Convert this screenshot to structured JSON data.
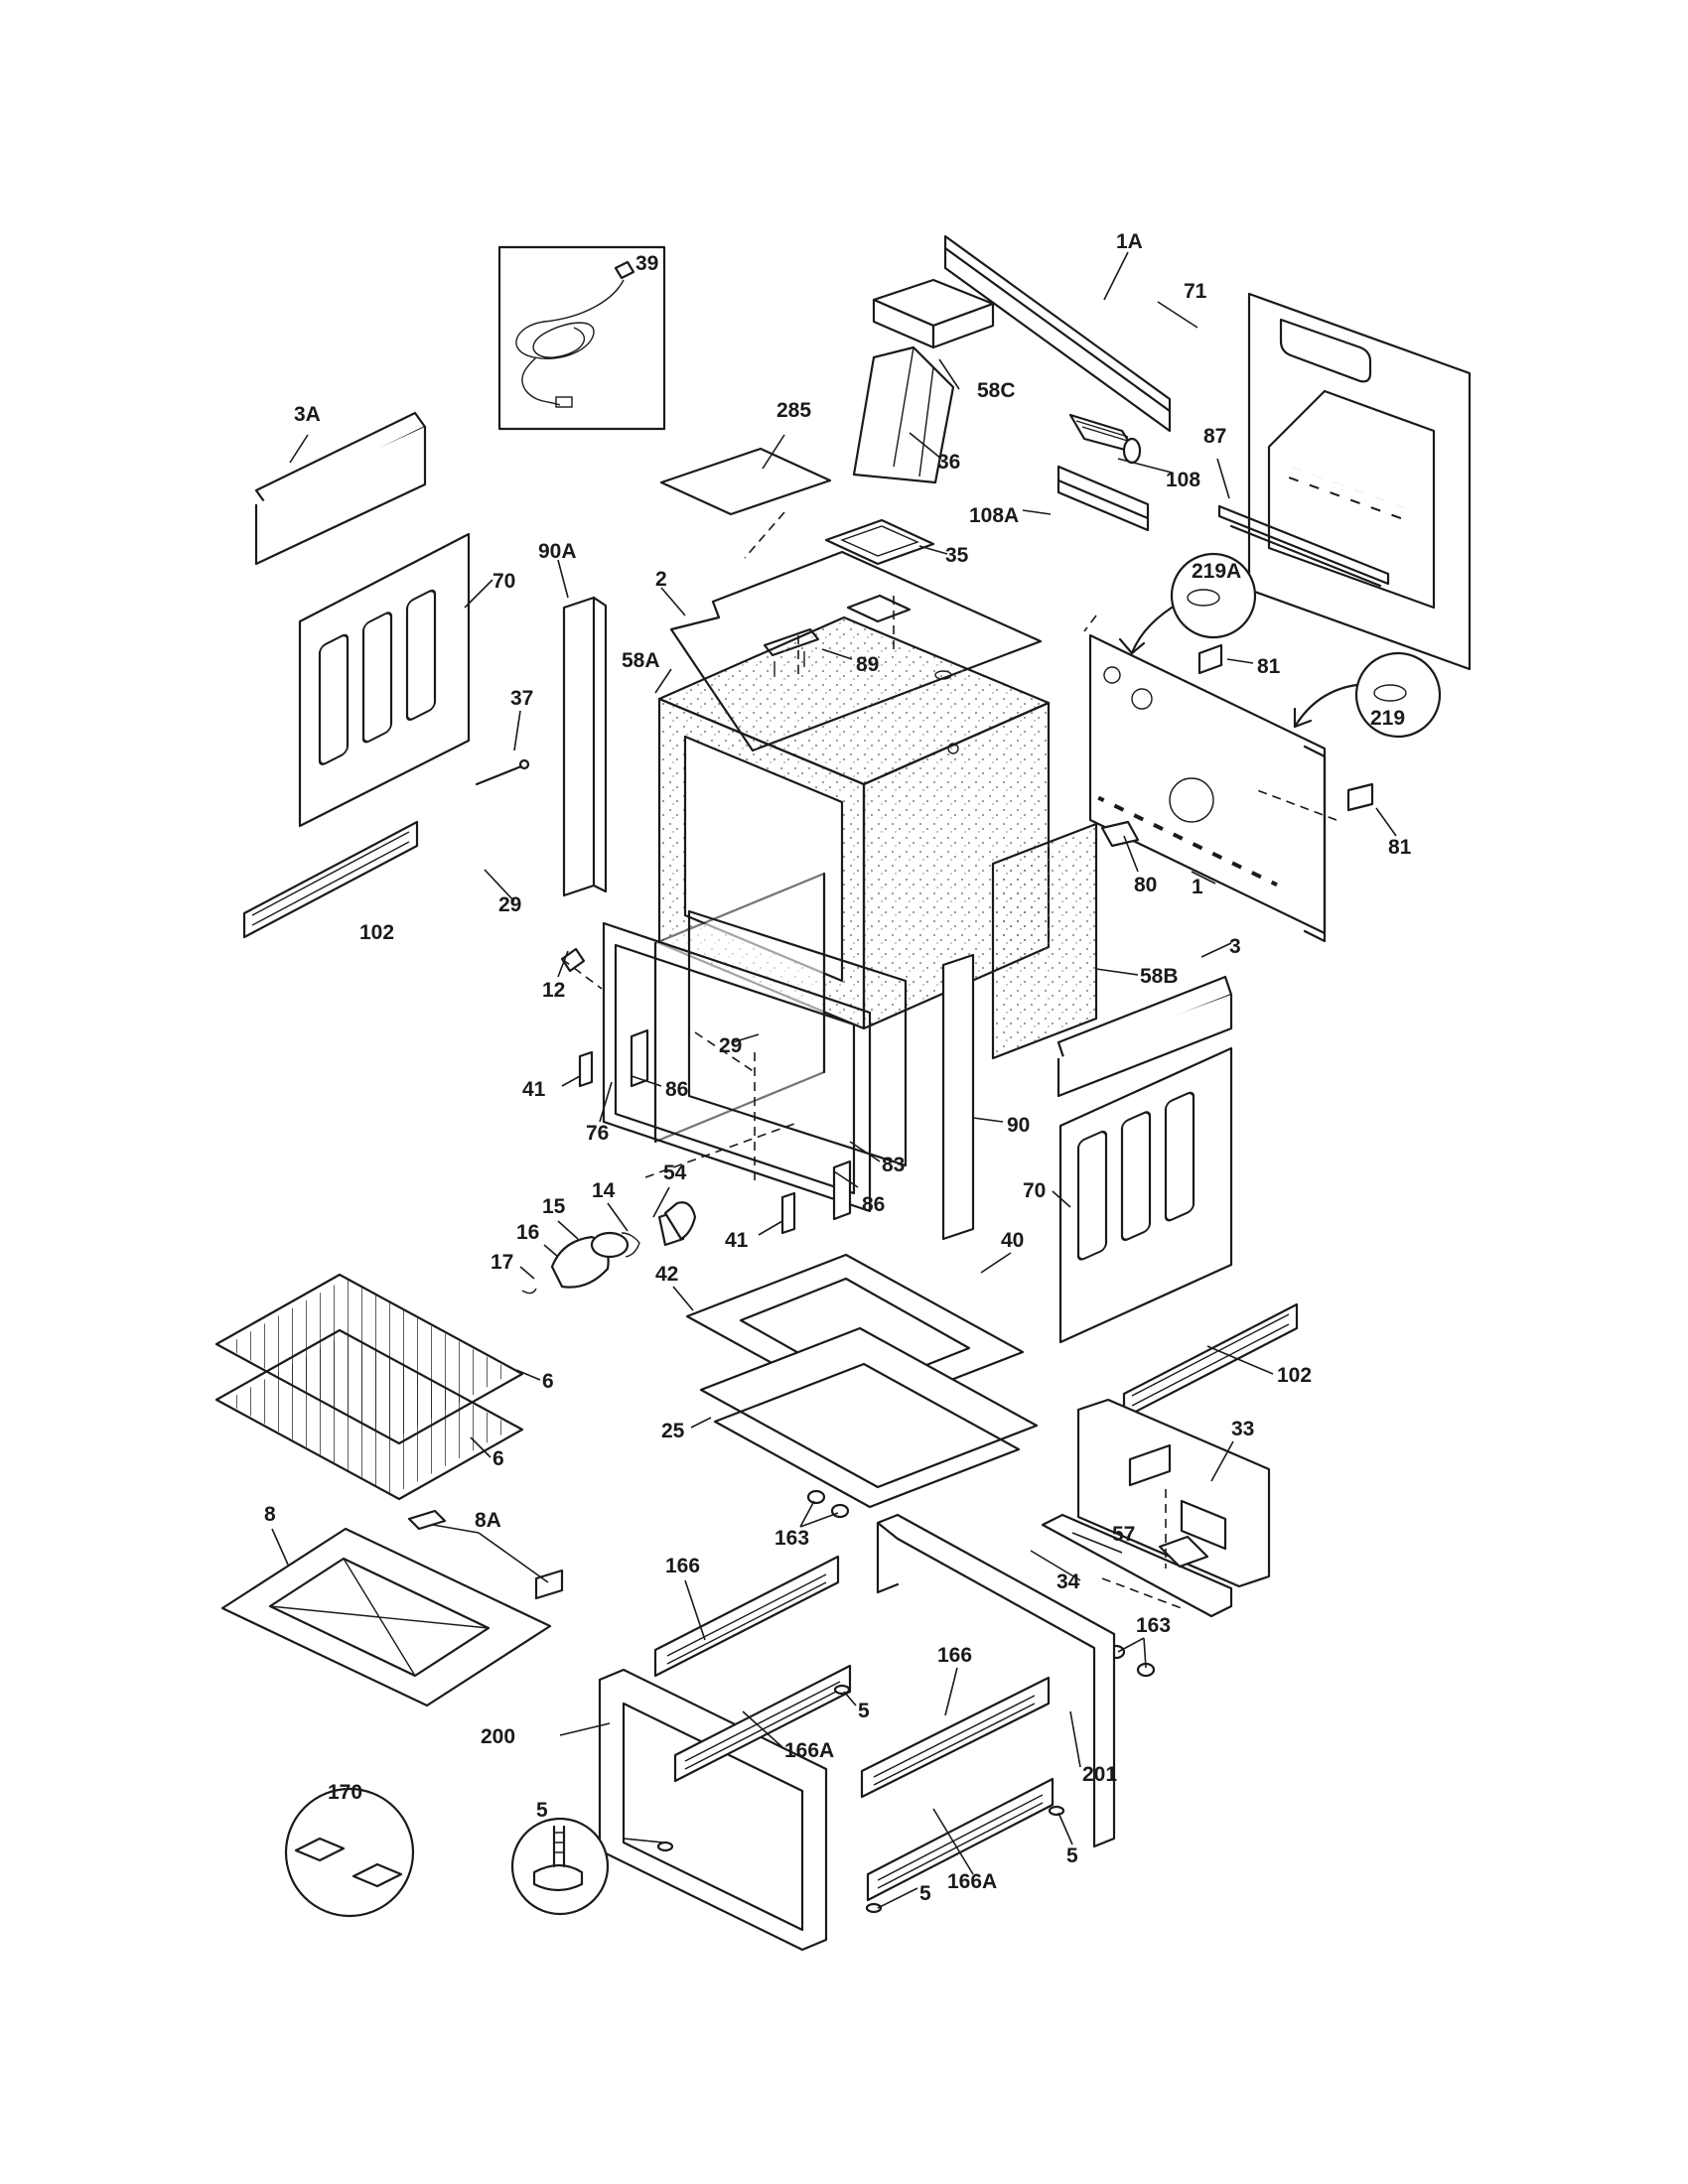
{
  "diagram": {
    "labels": {
      "p39": "39",
      "p1A": "1A",
      "p58C": "58C",
      "p71": "71",
      "p3A": "3A",
      "p285": "285",
      "p36": "36",
      "p108": "108",
      "p87": "87",
      "p108A": "108A",
      "p35": "35",
      "p70a": "70",
      "p90A": "90A",
      "p2": "2",
      "p219A": "219A",
      "p58A": "58A",
      "p89": "89",
      "p81a": "81",
      "p219": "219",
      "p37": "37",
      "p81b": "81",
      "p29a": "29",
      "p102a": "102",
      "p80": "80",
      "p1": "1",
      "p12": "12",
      "p3": "3",
      "p58B": "58B",
      "p29b": "29",
      "p41a": "41",
      "p86a": "86",
      "p76": "76",
      "p90": "90",
      "p83": "83",
      "p54": "54",
      "p15": "15",
      "p14": "14",
      "p41b": "41",
      "p86b": "86",
      "p70b": "70",
      "p16": "16",
      "p17": "17",
      "p40": "40",
      "p42": "42",
      "p6a": "6",
      "p102b": "102",
      "p25": "25",
      "p6b": "6",
      "p33": "33",
      "p8": "8",
      "p8A": "8A",
      "p163a": "163",
      "p57": "57",
      "p166a": "166",
      "p34": "34",
      "p163b": "163",
      "p166b": "166",
      "p5a": "5",
      "p200": "200",
      "p166Aa": "166A",
      "p201": "201",
      "p170": "170",
      "p5b": "5",
      "p5c": "5",
      "p166Ab": "166A",
      "p5d": "5"
    }
  }
}
